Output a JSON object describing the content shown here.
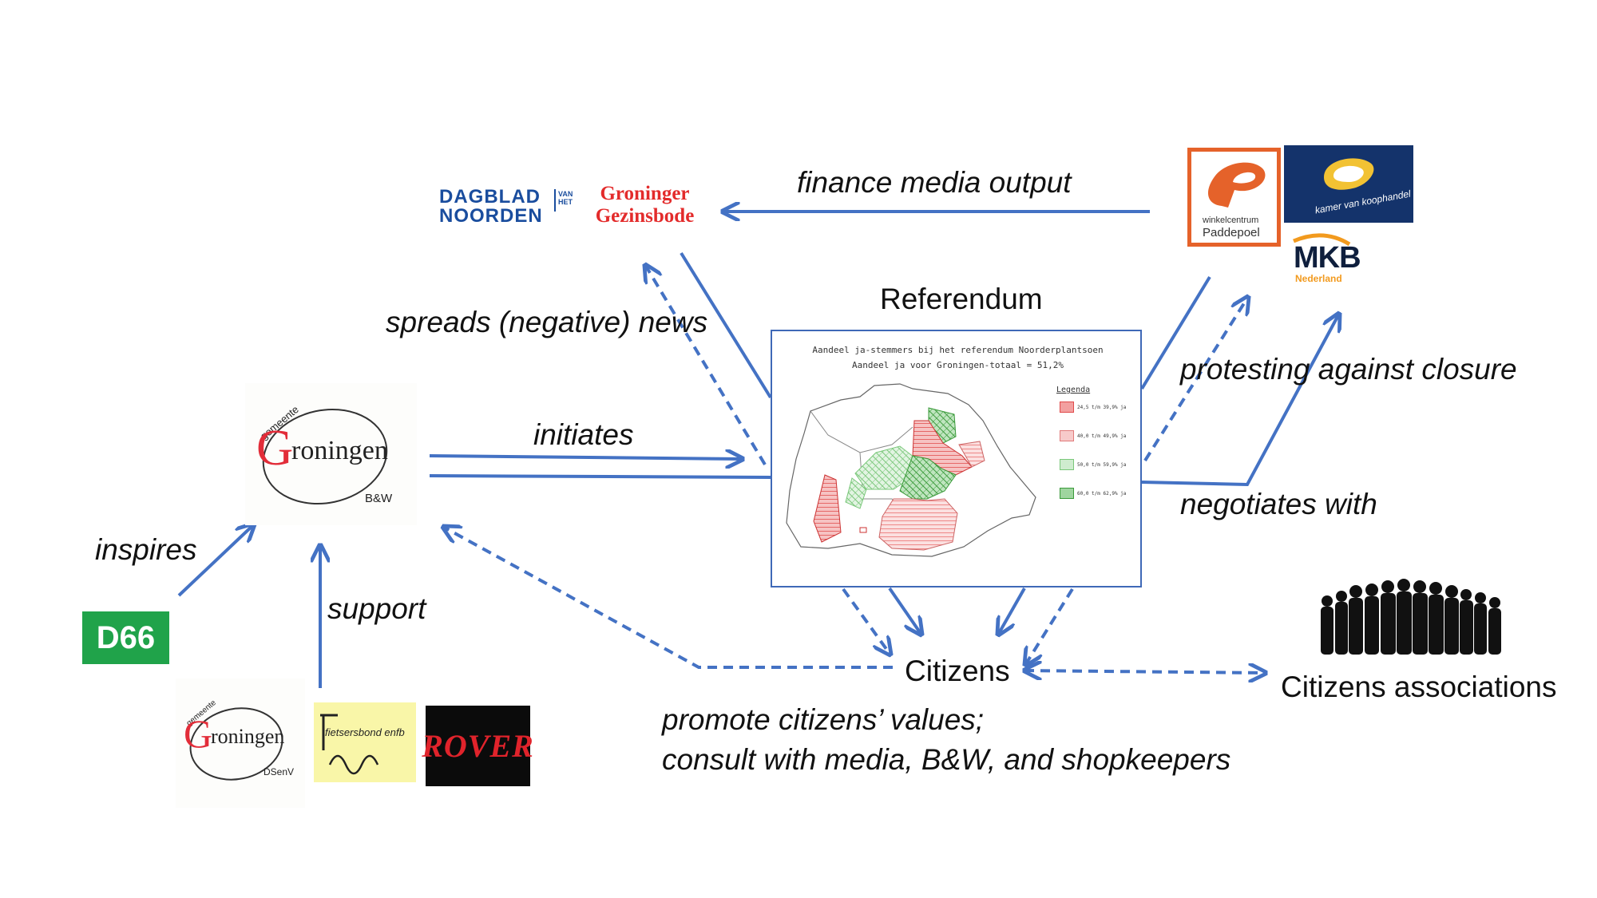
{
  "labels": {
    "finance": "finance media output",
    "spreads": "spreads (negative) news",
    "initiates": "initiates",
    "inspires": "inspires",
    "support": "support",
    "protesting": "protesting against closure",
    "negotiates": "negotiates with",
    "referendum": "Referendum",
    "citizens": "Citizens",
    "citizens_assoc": "Citizens associations",
    "promote_line1": "promote citizens’ values;",
    "promote_line2": "consult with media, B&W, and shopkeepers"
  },
  "logos": {
    "dagblad_line1": "DAGBLAD",
    "dagblad_line2": "NOORDEN",
    "dagblad_vanhet_1": "VAN",
    "dagblad_vanhet_2": "HET",
    "gezinsbode_line1": "Groninger",
    "gezinsbode_line2": "Gezinsbode",
    "gemeente": "gemeente",
    "groningen_G": "G",
    "groningen_rest": "roningen",
    "bw": "B&W",
    "dsenv": "DSenV",
    "d66": "D66",
    "fietsersbond": "fietsersbond enfb",
    "rover": "ROVER",
    "paddepoel_line1": "winkelcentrum",
    "paddepoel_line2": "Paddepoel",
    "kvk": "kamer van koophandel",
    "mkb": "MKB",
    "mkb_sub": "Nederland"
  },
  "map": {
    "title_line1": "Aandeel ja-stemmers bij het referendum Noorderplantsoen",
    "title_line2": "Aandeel ja voor Groningen-totaal = 51,2%",
    "legend_title": "Legenda",
    "legend": [
      {
        "label": "24,5 t/m 39,9% ja",
        "color": "#e04a4a",
        "fill": "#f2a0a0"
      },
      {
        "label": "40,0 t/m 49,9% ja",
        "color": "#e07a7a",
        "fill": "#f7caca"
      },
      {
        "label": "50,0 t/m 59,9% ja",
        "color": "#7ac77a",
        "fill": "#cfeccf"
      },
      {
        "label": "60,0 t/m 62,9% ja",
        "color": "#3a9a3a",
        "fill": "#9fd59f"
      }
    ]
  },
  "colors": {
    "arrow": "#4472c4",
    "groningen_red": "#e22d39",
    "d66_green": "#20a34a",
    "paddepoel_orange": "#e5622a",
    "kvk_navy": "#14336b"
  }
}
